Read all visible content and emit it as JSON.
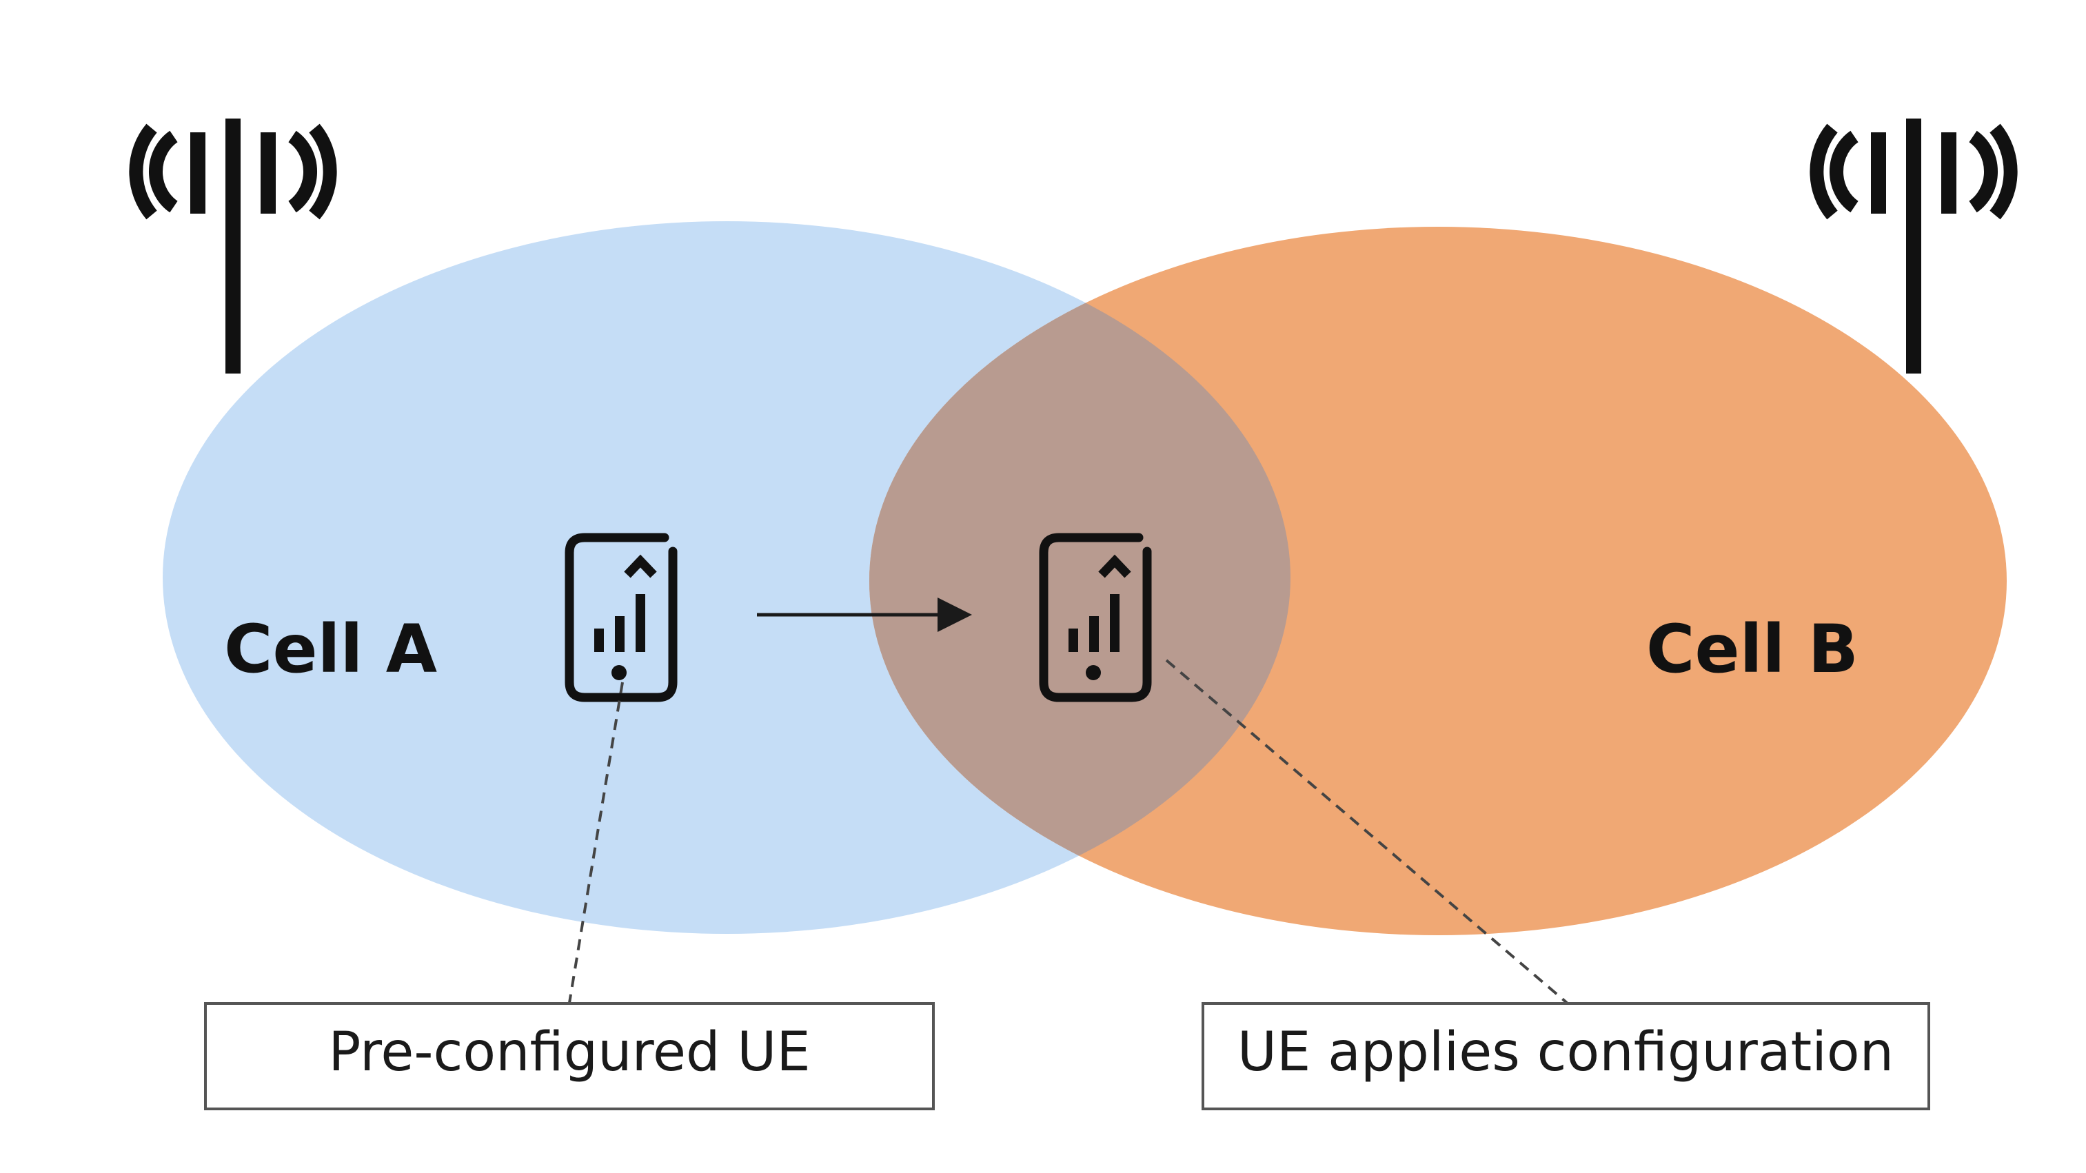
{
  "cells": {
    "a": {
      "label": "Cell A",
      "color": "#c5ddf6"
    },
    "b": {
      "label": "Cell B",
      "color": "#f0a874"
    },
    "overlap_color": "#b89b90"
  },
  "callouts": {
    "left": {
      "label": "Pre-configured UE"
    },
    "right": {
      "label": "UE applies configuration"
    }
  },
  "icons": {
    "antenna": "antenna-icon",
    "ue": "smartphone-signal-icon"
  },
  "colors": {
    "ink": "#1a1a1a",
    "box_border": "#555555",
    "leader": "#444444"
  }
}
